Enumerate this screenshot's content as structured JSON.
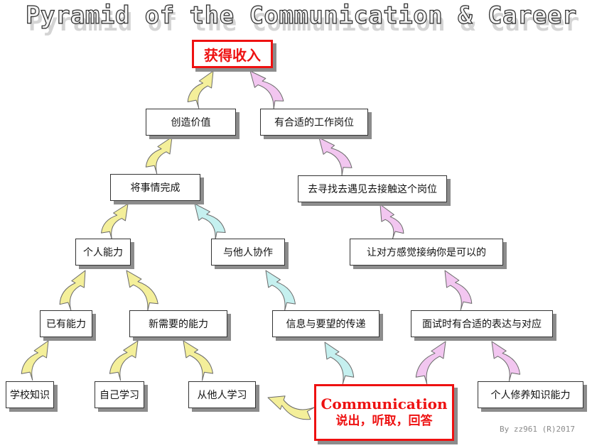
{
  "title": "Pyramid of the Communication & Career",
  "colors": {
    "yellow_arrow": "#f4ef9a",
    "pink_arrow": "#f2c6f0",
    "cyan_arrow": "#c5f0ef",
    "highlight_border": "#ee1111",
    "node_border": "#333333",
    "shadow": "#8c8c8c"
  },
  "nodes": {
    "goal": "获得收入",
    "create_value": "创造价值",
    "suitable_job": "有合适的工作岗位",
    "get_things_done": "将事情完成",
    "seek_position": "去寻找去遇见去接触这个岗位",
    "personal_ability": "个人能力",
    "collaborate": "与他人协作",
    "acceptance": "让对方感觉接纳你是可以的",
    "existing_ability": "已有能力",
    "new_ability": "新需要的能力",
    "info_transfer": "信息与要望的传递",
    "interview_expression": "面试时有合适的表达与对应",
    "school_knowledge": "学校知识",
    "self_study": "自己学习",
    "learn_from_others": "从他人学习",
    "communication_title": "Communication",
    "communication_sub": "说出，听取，回答",
    "self_cultivation": "个人修养知识能力"
  },
  "credit": "By zz961  (R)2017"
}
